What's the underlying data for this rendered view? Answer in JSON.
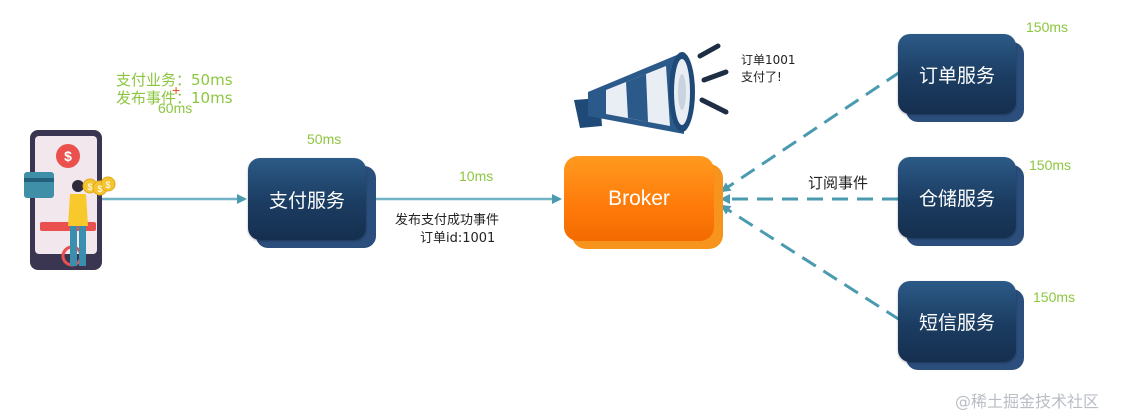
{
  "user": {
    "timing_line1": "支付业务：50ms",
    "timing_line2": "发布事件：10ms",
    "total": "60ms"
  },
  "pay_service": {
    "label": "支付服务",
    "time": "50ms"
  },
  "publish_arrow": {
    "time": "10ms",
    "label_line1": "发布支付成功事件",
    "label_line2": "订单id:1001"
  },
  "broker": {
    "label": "Broker"
  },
  "megaphone": {
    "message_line1": "订单1001",
    "message_line2": "支付了!"
  },
  "subscribe_label": "订阅事件",
  "services": [
    {
      "label": "订单服务",
      "time": "150ms"
    },
    {
      "label": "仓储服务",
      "time": "150ms"
    },
    {
      "label": "短信服务",
      "time": "150ms"
    }
  ],
  "watermark": "@稀土掘金技术社区",
  "colors": {
    "service_box": "#1b3c61",
    "broker": "#ff7a0a",
    "timing_green": "#8cc63f",
    "connector": "#4a9bb0"
  }
}
